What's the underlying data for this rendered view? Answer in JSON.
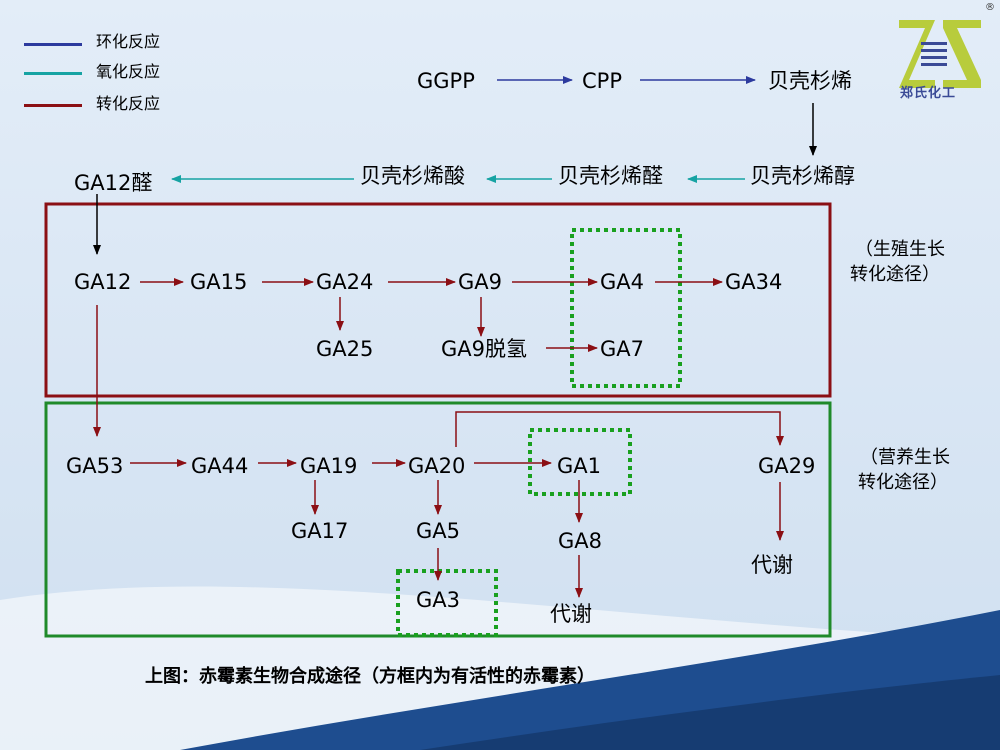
{
  "colors": {
    "cyclization": "#2c3a9e",
    "oxidation": "#16a3a3",
    "conversion": "#8b0f14",
    "reproductive_box": "#8b0f14",
    "vegetative_box": "#1f8a2a",
    "active_box": "#19a01f",
    "logo_green": "#b8cc3c",
    "logo_blue": "#3a4a96"
  },
  "legend": [
    {
      "label": "环化反应",
      "color_key": "cyclization"
    },
    {
      "label": "氧化反应",
      "color_key": "oxidation"
    },
    {
      "label": "转化反应",
      "color_key": "conversion"
    }
  ],
  "logo": {
    "letters": "ZS",
    "text": "郑氏化工",
    "registered": "®"
  },
  "nodes": {
    "ggpp": "GGPP",
    "cpp": "CPP",
    "kaurene": "贝壳杉烯",
    "kaurenol": "贝壳杉烯醇",
    "kaurenal": "贝壳杉烯醛",
    "kaurenoic_acid": "贝壳杉烯酸",
    "ga12_aldehyde": "GA12醛",
    "ga12": "GA12",
    "ga15": "GA15",
    "ga24": "GA24",
    "ga9": "GA9",
    "ga4": "GA4",
    "ga34": "GA34",
    "ga25": "GA25",
    "ga9_dehydro": "GA9脱氢",
    "ga7": "GA7",
    "ga53": "GA53",
    "ga44": "GA44",
    "ga19": "GA19",
    "ga20": "GA20",
    "ga1": "GA1",
    "ga29": "GA29",
    "ga17": "GA17",
    "ga5": "GA5",
    "ga8": "GA8",
    "ga3": "GA3",
    "metab1": "代谢",
    "metab2": "代谢"
  },
  "sections": {
    "reproductive_line1": "（生殖生长",
    "reproductive_line2": "转化途径）",
    "vegetative_line1": "（营养生长",
    "vegetative_line2": "转化途径）"
  },
  "caption": "上图：赤霉素生物合成途径（方框内为有活性的赤霉素）"
}
